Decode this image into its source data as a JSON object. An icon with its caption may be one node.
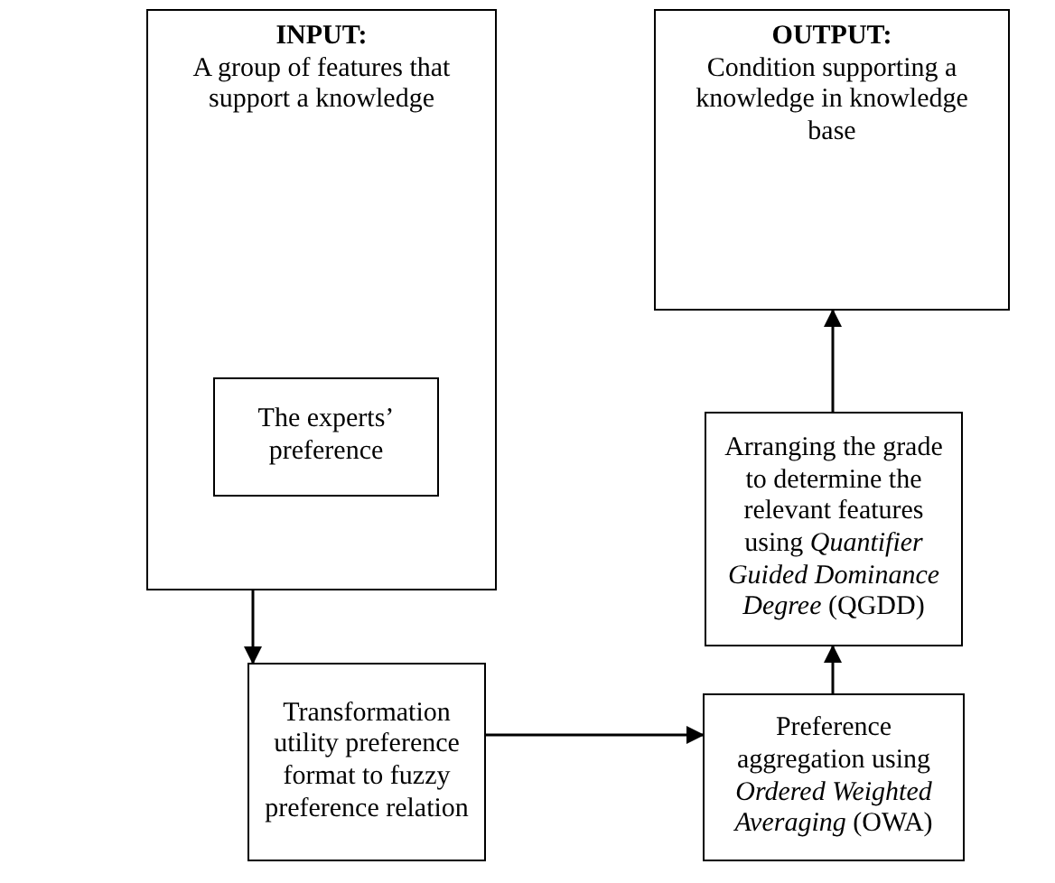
{
  "diagram": {
    "nodes": [
      {
        "text": [
          "INPUT:",
          "A group of features that support a knowledge"
        ]
      },
      {
        "text": [
          "The experts’ preference"
        ],
        "in": 0
      },
      {
        "text": [
          "Transformation utility preference format to fuzzy preference relation"
        ]
      },
      {
        "text": [
          "Preference aggregation using *Ordered Weighted Averaging* (OWA)"
        ]
      },
      {
        "text": [
          "Arranging the grade to determine the relevant features using *Quantifier Guided Dominance Degree* (QGDD)"
        ]
      },
      {
        "text": [
          "OUTPUT:",
          "Condition supporting a knowledge in knowledge base"
        ]
      }
    ],
    "edges": [
      {
        "from": 0,
        "to": 2,
        "arrow": "to"
      },
      {
        "from": 2,
        "to": 3,
        "arrow": "to"
      },
      {
        "from": 3,
        "to": 4,
        "arrow": "to"
      },
      {
        "from": 4,
        "to": 5,
        "arrow": "to"
      }
    ]
  }
}
